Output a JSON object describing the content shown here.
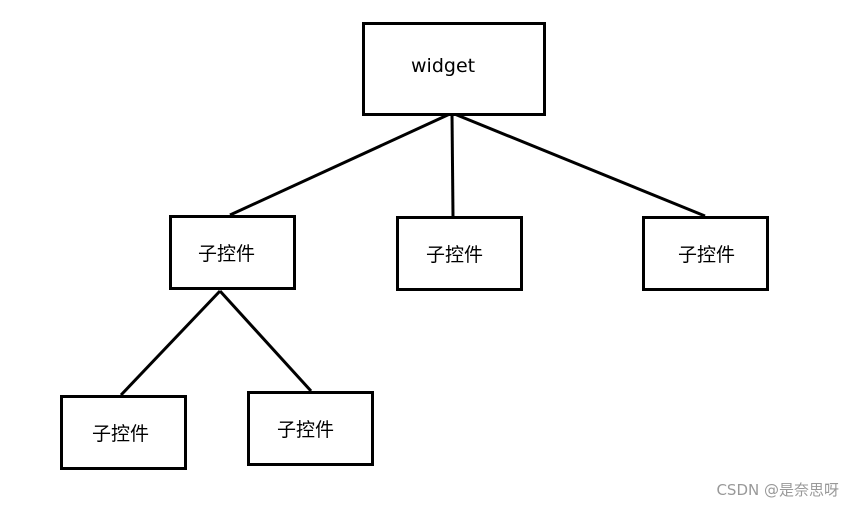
{
  "diagram": {
    "root": {
      "label": "widget"
    },
    "children": [
      {
        "label": "子控件"
      },
      {
        "label": "子控件"
      },
      {
        "label": "子控件"
      }
    ],
    "grandchildren": [
      {
        "label": "子控件"
      },
      {
        "label": "子控件"
      }
    ]
  },
  "watermark": "CSDN @是奈思呀",
  "colors": {
    "line": "#000000",
    "background": "#ffffff",
    "watermark": "#999999"
  }
}
